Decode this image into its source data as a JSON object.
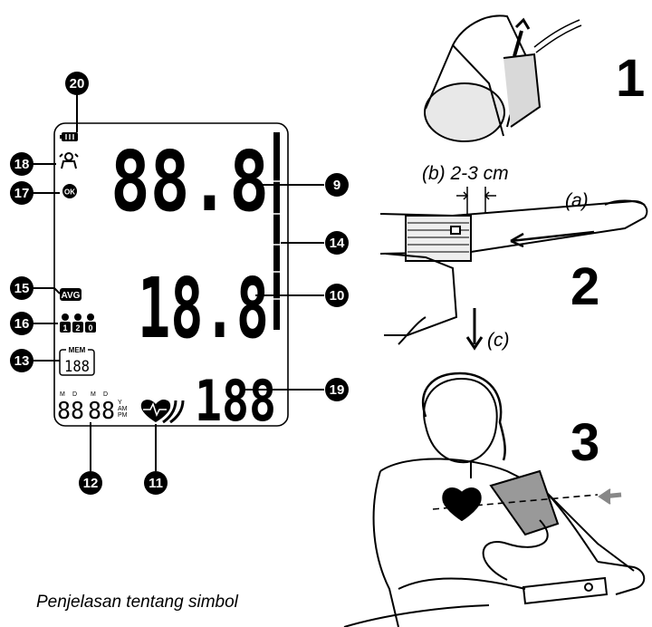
{
  "caption": "Penjelasan tentang simbol",
  "display": {
    "sys_digits": "88.8",
    "dia_digits": "18.8",
    "pulse_digits": "188",
    "mem_label": "MEM",
    "mem_digits": "188",
    "avg_label": "AVG",
    "ok_label": "OK",
    "date_time": {
      "m1": "M",
      "d1": "D",
      "m2": "M",
      "d2": "D",
      "am": "AM",
      "pm": "PM",
      "y": "Y"
    },
    "user_numbers": [
      "1",
      "2",
      "0"
    ]
  },
  "callouts": [
    {
      "id": "callout-20",
      "label": "20"
    },
    {
      "id": "callout-18",
      "label": "18"
    },
    {
      "id": "callout-17",
      "label": "17"
    },
    {
      "id": "callout-15",
      "label": "15"
    },
    {
      "id": "callout-16",
      "label": "16"
    },
    {
      "id": "callout-13",
      "label": "13"
    },
    {
      "id": "callout-12",
      "label": "12"
    },
    {
      "id": "callout-11",
      "label": "11"
    },
    {
      "id": "callout-9",
      "label": "9"
    },
    {
      "id": "callout-14",
      "label": "14"
    },
    {
      "id": "callout-10",
      "label": "10"
    },
    {
      "id": "callout-19",
      "label": "19"
    }
  ],
  "steps": {
    "step1": "1",
    "step2": "2",
    "step3": "3",
    "label_a": "(a)",
    "label_b": "(b) 2-3 cm",
    "label_c": "(c)"
  }
}
